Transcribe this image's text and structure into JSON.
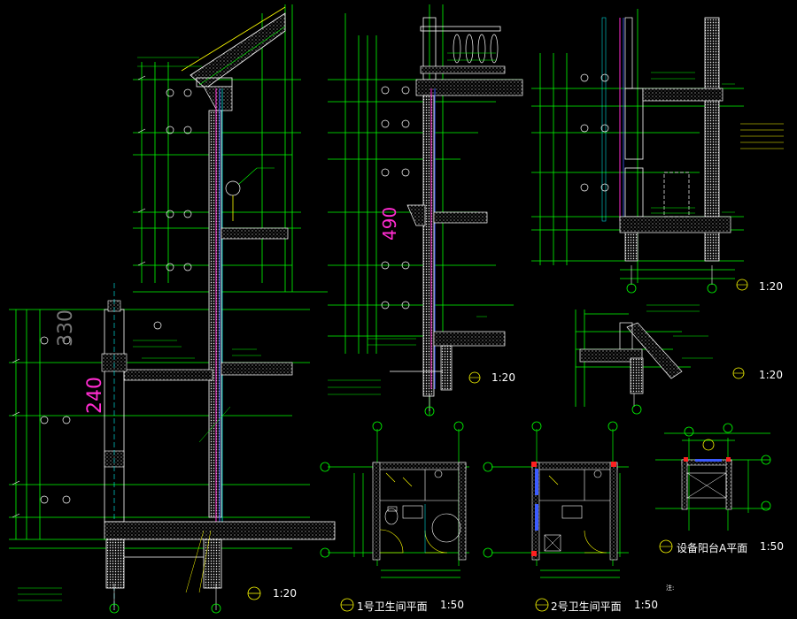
{
  "drawing": {
    "scales": {
      "s1": "1:20",
      "s2": "1:20",
      "s3": "1:20",
      "s4": "1:20",
      "s5": "1:50",
      "s6": "1:50",
      "s7": "1:50"
    },
    "titles": {
      "bath1": "1号卫生间平面",
      "bath2": "2号卫生间平面",
      "balcony": "设备阳台A平面"
    },
    "big_dims": {
      "d330": "330",
      "d240": "240",
      "d490": "490"
    },
    "notes_label": "注:",
    "colors": {
      "bg": "#000000",
      "green": "#00ff00",
      "white": "#ffffff",
      "yellow": "#ffff00",
      "magenta": "#ff2cd0",
      "cyan": "#00ffff",
      "blue": "#3b5bff",
      "red": "#ff2020"
    }
  }
}
